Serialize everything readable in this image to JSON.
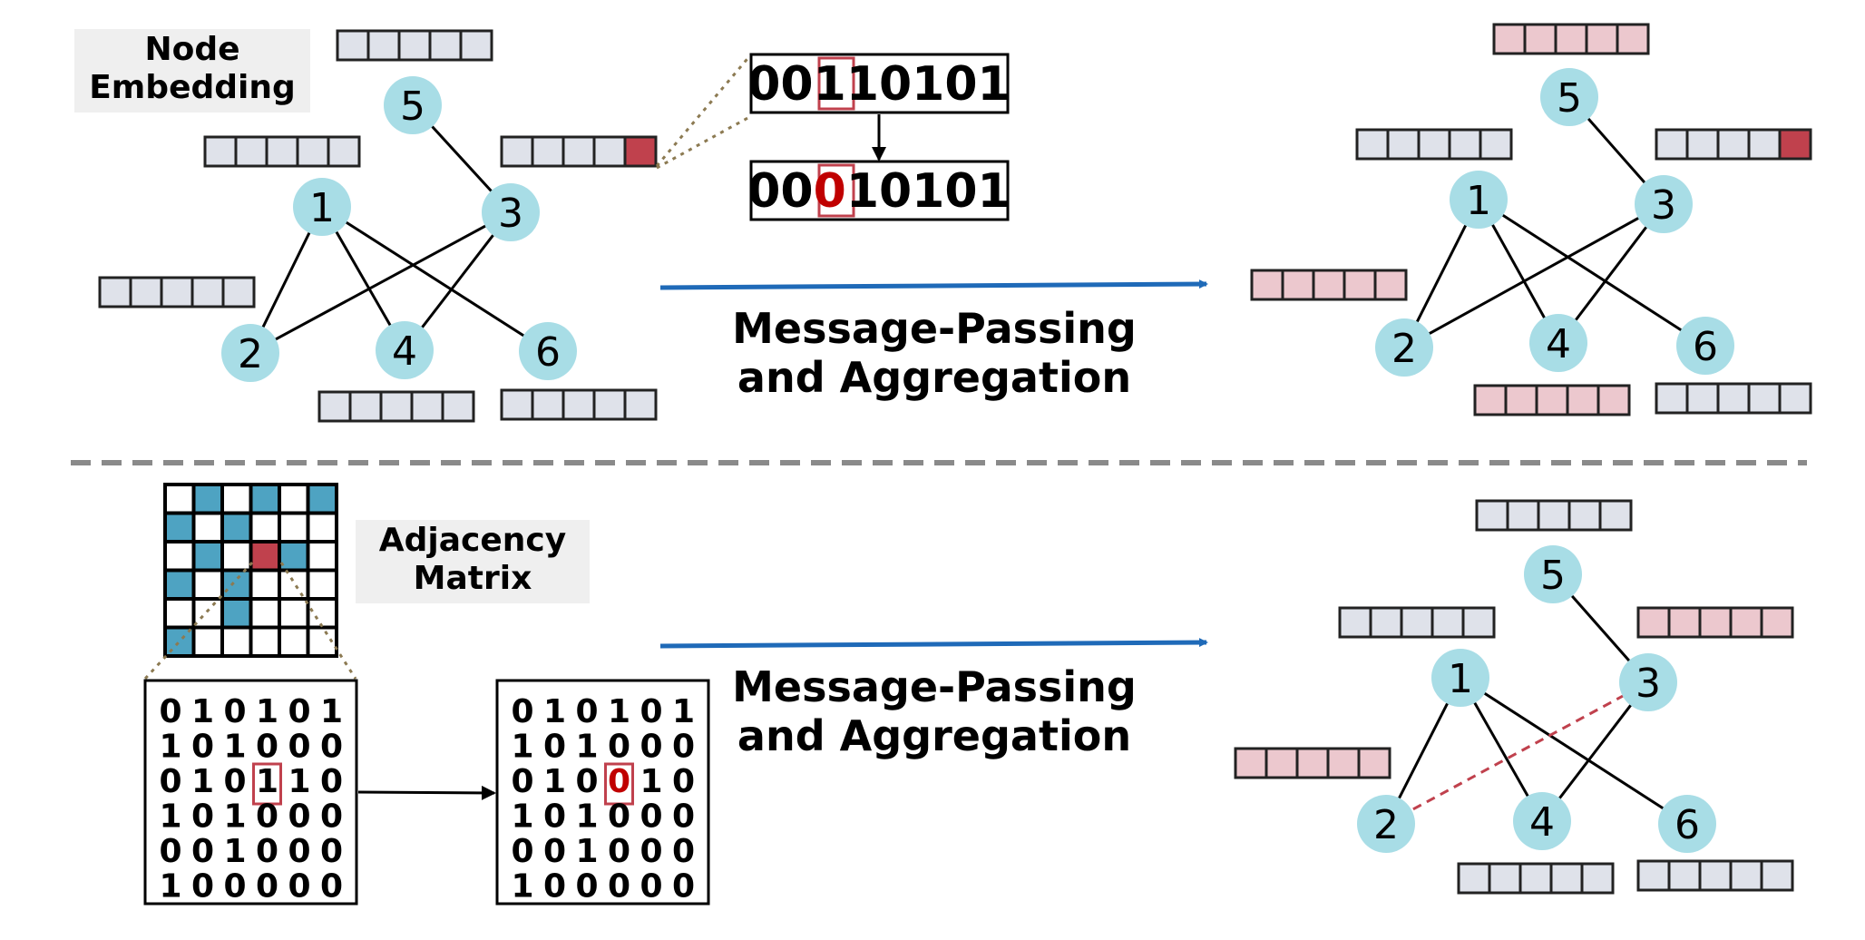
{
  "colors": {
    "node_fill": "#a8dde6",
    "embedding_neutral": "#dfe2ea",
    "embedding_pink": "#ecc8ce",
    "highlight_red": "#c0414d",
    "matrix_blue": "#4ea3c2",
    "arrow_blue": "#1f6ab8",
    "divider": "#8a8a8a",
    "label_bg": "#efefef"
  },
  "top_panel": {
    "label": [
      "Node",
      "Embedding"
    ],
    "bitstring_before": {
      "prefix": "00",
      "flipped": "1",
      "suffix": "10101"
    },
    "bitstring_after": {
      "prefix": "00",
      "flipped": "0",
      "suffix": "10101"
    },
    "arrow_label": [
      "Message-Passing",
      "and Aggregation"
    ]
  },
  "bottom_panel": {
    "label": [
      "Adjacency",
      "Matrix"
    ],
    "matrix_blue_cells": [
      [
        0,
        1
      ],
      [
        0,
        3
      ],
      [
        0,
        5
      ],
      [
        1,
        0
      ],
      [
        1,
        2
      ],
      [
        2,
        1
      ],
      [
        2,
        3
      ],
      [
        2,
        4
      ],
      [
        3,
        0
      ],
      [
        3,
        2
      ],
      [
        4,
        2
      ],
      [
        5,
        0
      ]
    ],
    "matrix_red_cell": [
      2,
      3
    ],
    "matrix_before": [
      [
        "0",
        "1",
        "0",
        "1",
        "0",
        "1"
      ],
      [
        "1",
        "0",
        "1",
        "0",
        "0",
        "0"
      ],
      [
        "0",
        "1",
        "0",
        "1",
        "1",
        "0"
      ],
      [
        "1",
        "0",
        "1",
        "0",
        "0",
        "0"
      ],
      [
        "0",
        "0",
        "1",
        "0",
        "0",
        "0"
      ],
      [
        "1",
        "0",
        "0",
        "0",
        "0",
        "0"
      ]
    ],
    "matrix_after": [
      [
        "0",
        "1",
        "0",
        "1",
        "0",
        "1"
      ],
      [
        "1",
        "0",
        "1",
        "0",
        "0",
        "0"
      ],
      [
        "0",
        "1",
        "0",
        "0",
        "1",
        "0"
      ],
      [
        "1",
        "0",
        "1",
        "0",
        "0",
        "0"
      ],
      [
        "0",
        "0",
        "1",
        "0",
        "0",
        "0"
      ],
      [
        "1",
        "0",
        "0",
        "0",
        "0",
        "0"
      ]
    ],
    "flipped_entry": [
      2,
      3
    ],
    "arrow_label": [
      "Message-Passing",
      "and Aggregation"
    ]
  },
  "graph": {
    "nodes": [
      "1",
      "2",
      "3",
      "4",
      "5",
      "6"
    ],
    "edges": [
      [
        "1",
        "2"
      ],
      [
        "1",
        "4"
      ],
      [
        "1",
        "6"
      ],
      [
        "2",
        "3"
      ],
      [
        "3",
        "4"
      ],
      [
        "3",
        "5"
      ]
    ],
    "removed_edge": [
      "2",
      "3"
    ]
  }
}
